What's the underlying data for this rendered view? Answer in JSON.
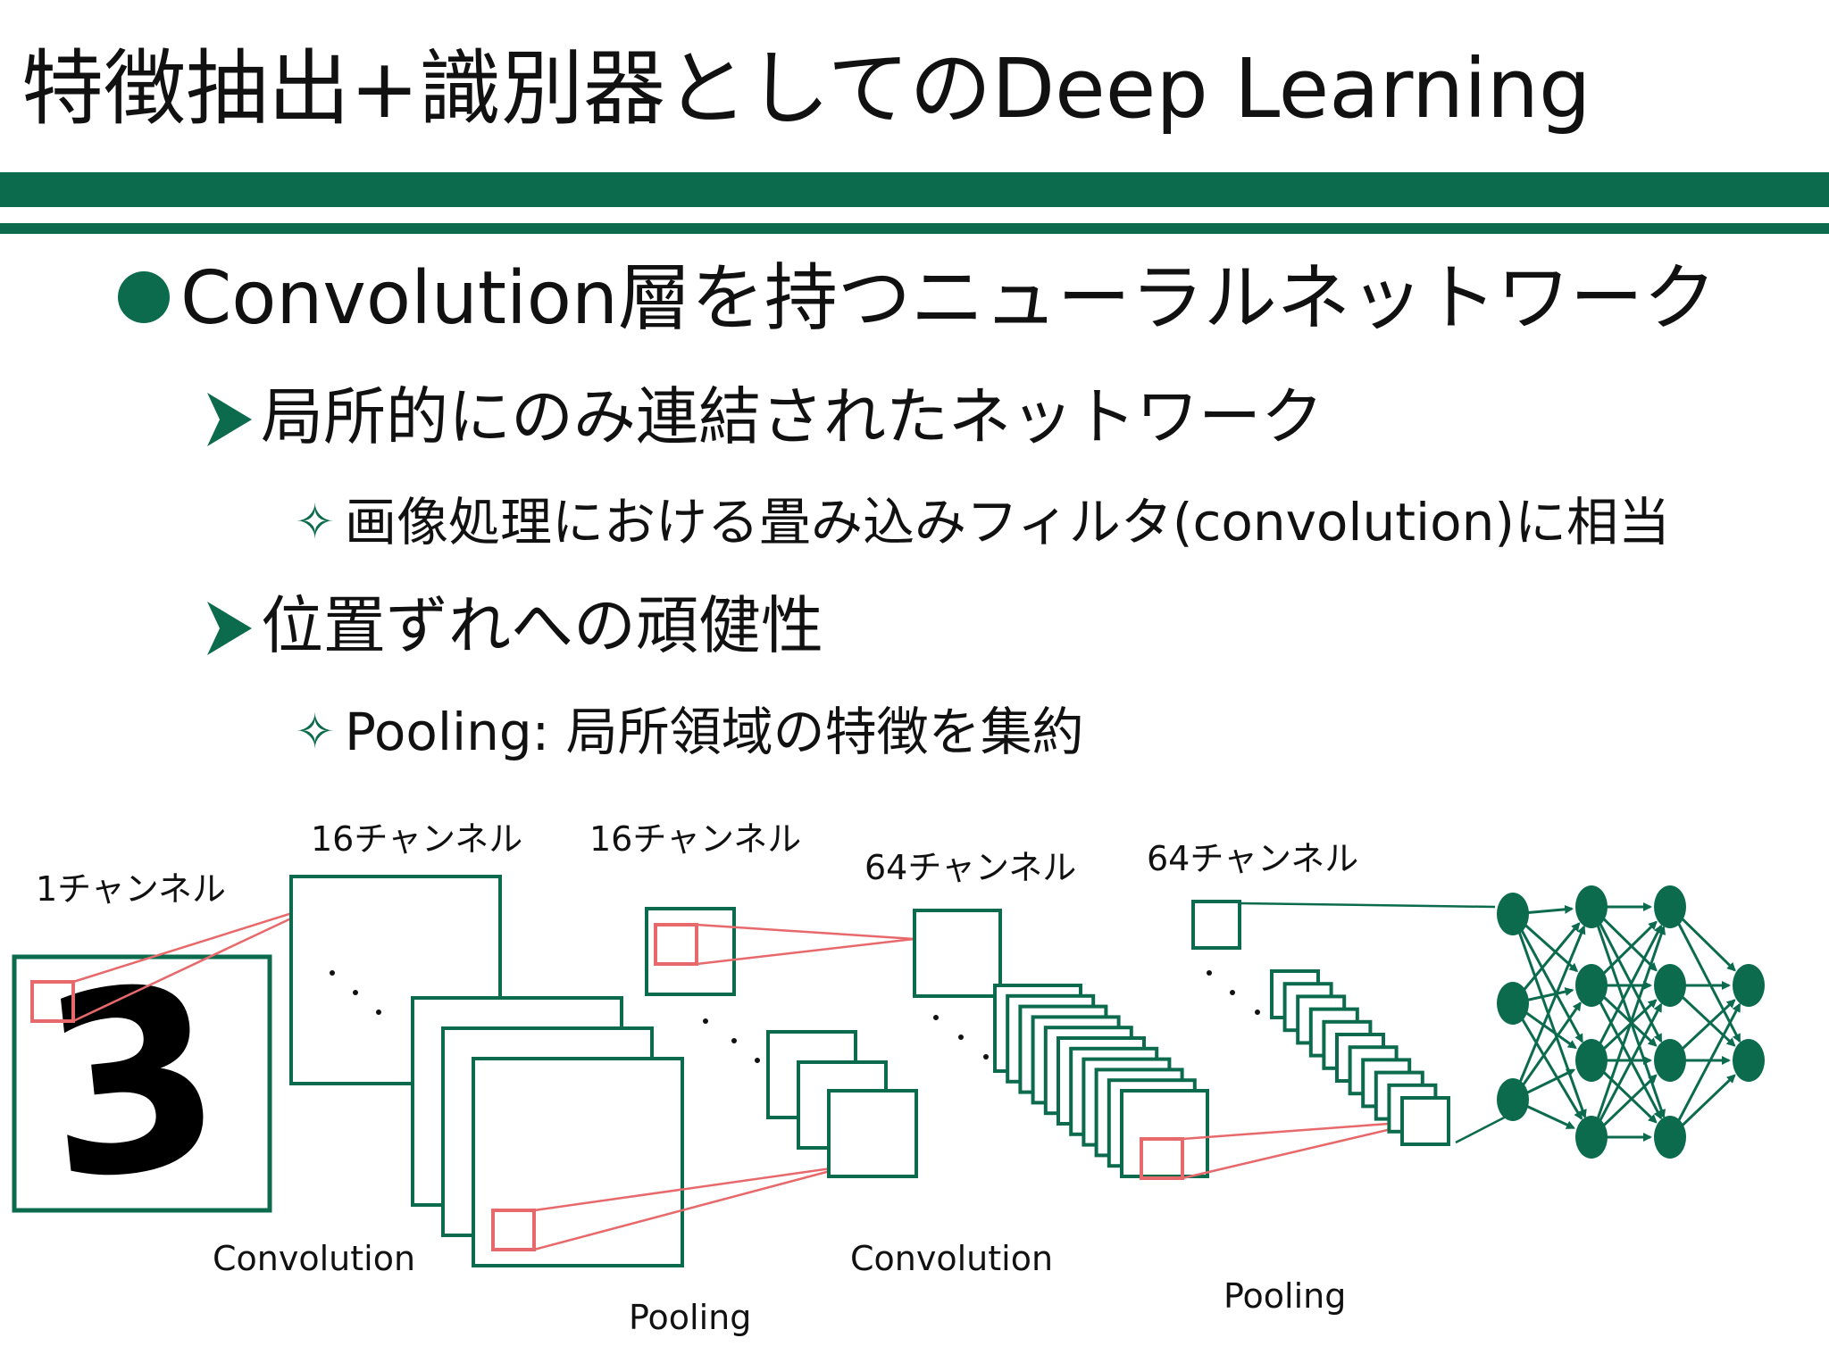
{
  "slide": {
    "title": "特徴抽出+識別器としてのDeep Learning",
    "bullets": {
      "main": "Convolution層を持つニューラルネットワーク",
      "sub1": "局所的にのみ連結されたネットワーク",
      "sub1_detail": "画像処理における畳み込みフィルタ(convolution)に相当",
      "sub2": "位置ずれへの頑健性",
      "sub2_detail": "Pooling: 局所領域の特徴を集約"
    },
    "star_glyph": "✧"
  },
  "diagram": {
    "input_digit": "3",
    "labels": {
      "ch1": "1チャンネル",
      "ch16a": "16チャンネル",
      "ch16b": "16チャンネル",
      "ch64a": "64チャンネル",
      "ch64b": "64チャンネル",
      "conv1": "Convolution",
      "pool1": "Pooling",
      "conv2": "Convolution",
      "pool2": "Pooling"
    },
    "colors": {
      "accent": "#0b6b4c",
      "receptive_field": "#e8696b"
    }
  }
}
